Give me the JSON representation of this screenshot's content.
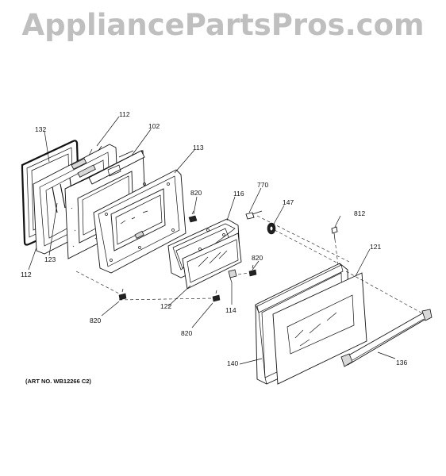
{
  "watermark": {
    "text": "AppliancePartsPros.com"
  },
  "art_number": "(ART NO. WB12266 C2)",
  "callouts": {
    "c132": "132",
    "c112a": "112",
    "c102": "102",
    "c113": "113",
    "c820a": "820",
    "c116": "116",
    "c770": "770",
    "c147": "147",
    "c812": "812",
    "c123": "123",
    "c112b": "112",
    "c820b": "820",
    "c121": "121",
    "c122": "122",
    "c820c": "820",
    "c114": "114",
    "c820d": "820",
    "c140": "140",
    "c136": "136"
  }
}
